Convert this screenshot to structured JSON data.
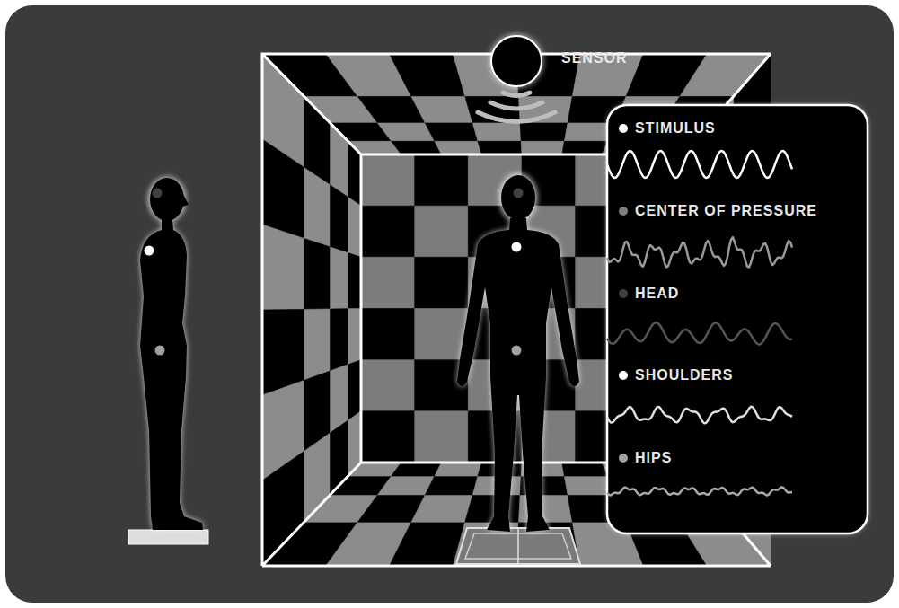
{
  "diagram": {
    "labels": [
      "SENSOR"
    ],
    "legend": [
      {
        "text": "STIMULUS",
        "color": "#ffffff"
      },
      {
        "text": "CENTER OF PRESSURE",
        "color": "#808080"
      },
      {
        "text": "HEAD",
        "color": "#404040"
      },
      {
        "text": "SHOULDERS",
        "color": "#ffffff"
      },
      {
        "text": "HIPS",
        "color": "#a0a0a0"
      }
    ]
  }
}
